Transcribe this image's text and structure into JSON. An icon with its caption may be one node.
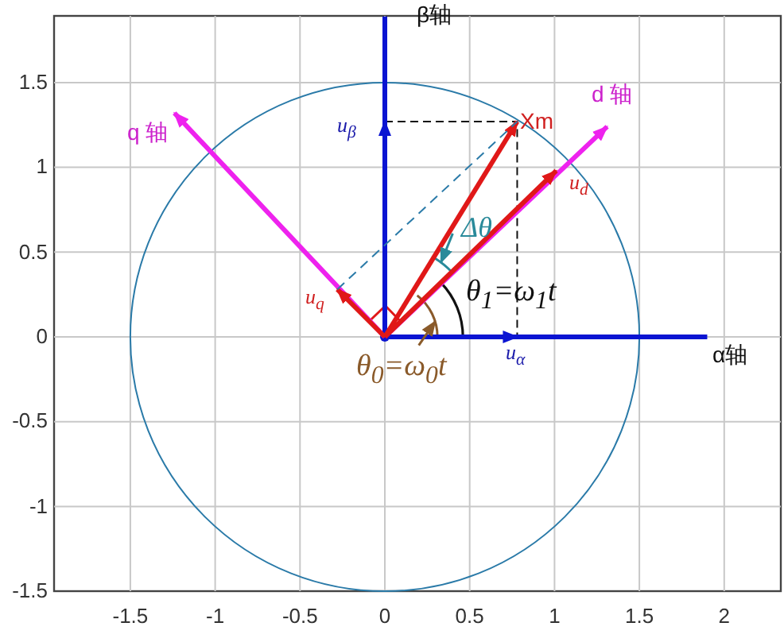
{
  "diagram": {
    "nodes": [
      {
        "text": [
          "β轴"
        ]
      },
      {
        "text": [
          "q 轴"
        ]
      },
      {
        "text": [
          "d 轴"
        ]
      },
      {
        "text": [
          "u$_{β}$"
        ]
      },
      {
        "text": [
          "Xm"
        ]
      },
      {
        "text": [
          "u$_{d}$"
        ]
      },
      {
        "text": [
          "Δθ"
        ]
      },
      {
        "text": [
          "θ$_{1}$=ω$_{1}$t"
        ]
      },
      {
        "text": [
          "u$_{q}$"
        ]
      },
      {
        "text": [
          "u$_{α}$"
        ]
      },
      {
        "text": [
          "θ$_{0}$=ω$_{0}$t"
        ]
      },
      {
        "text": [
          "α轴"
        ]
      },
      {
        "text": [],
        "shape": "arc"
      },
      {
        "text": [],
        "shape": "arc"
      },
      {
        "text": [],
        "shape": "circle"
      }
    ],
    "edges": [
      {
        "from": 14,
        "to": 0,
        "arrow": "none",
        "color": "#0a14d2"
      },
      {
        "from": 14,
        "to": 11,
        "arrow": "none",
        "color": "#0a14d2"
      },
      {
        "from": 14,
        "to": 1,
        "arrow": "to",
        "color": "#ee22ee"
      },
      {
        "from": 14,
        "to": 2,
        "arrow": "to",
        "color": "#ee22ee"
      },
      {
        "from": 14,
        "to": 3,
        "arrow": "to",
        "color": "#0a14d2"
      },
      {
        "from": 14,
        "to": 9,
        "arrow": "to",
        "color": "#0a14d2"
      },
      {
        "from": 14,
        "to": 4,
        "arrow": "to",
        "color": "#e01818"
      },
      {
        "from": 14,
        "to": 5,
        "arrow": "to",
        "color": "#e01818"
      },
      {
        "from": 14,
        "to": 8,
        "arrow": "to",
        "color": "#e01818"
      },
      {
        "from": 6,
        "to": 12,
        "arrow": "to",
        "color": "#2a8a9a"
      },
      {
        "from": 10,
        "to": 13,
        "arrow": "to",
        "color": "#8a5a2a"
      },
      {
        "from": 8,
        "to": 4,
        "arrow": "none",
        "style": "dashed",
        "color": "#2a7aa8"
      }
    ],
    "labels": [
      "1.5",
      "1",
      "0.5",
      "0",
      "-0.5",
      "-1",
      "-1.5",
      "-1.5",
      "-1",
      "-0.5",
      "0",
      "0.5",
      "1",
      "1.5",
      "2"
    ]
  }
}
